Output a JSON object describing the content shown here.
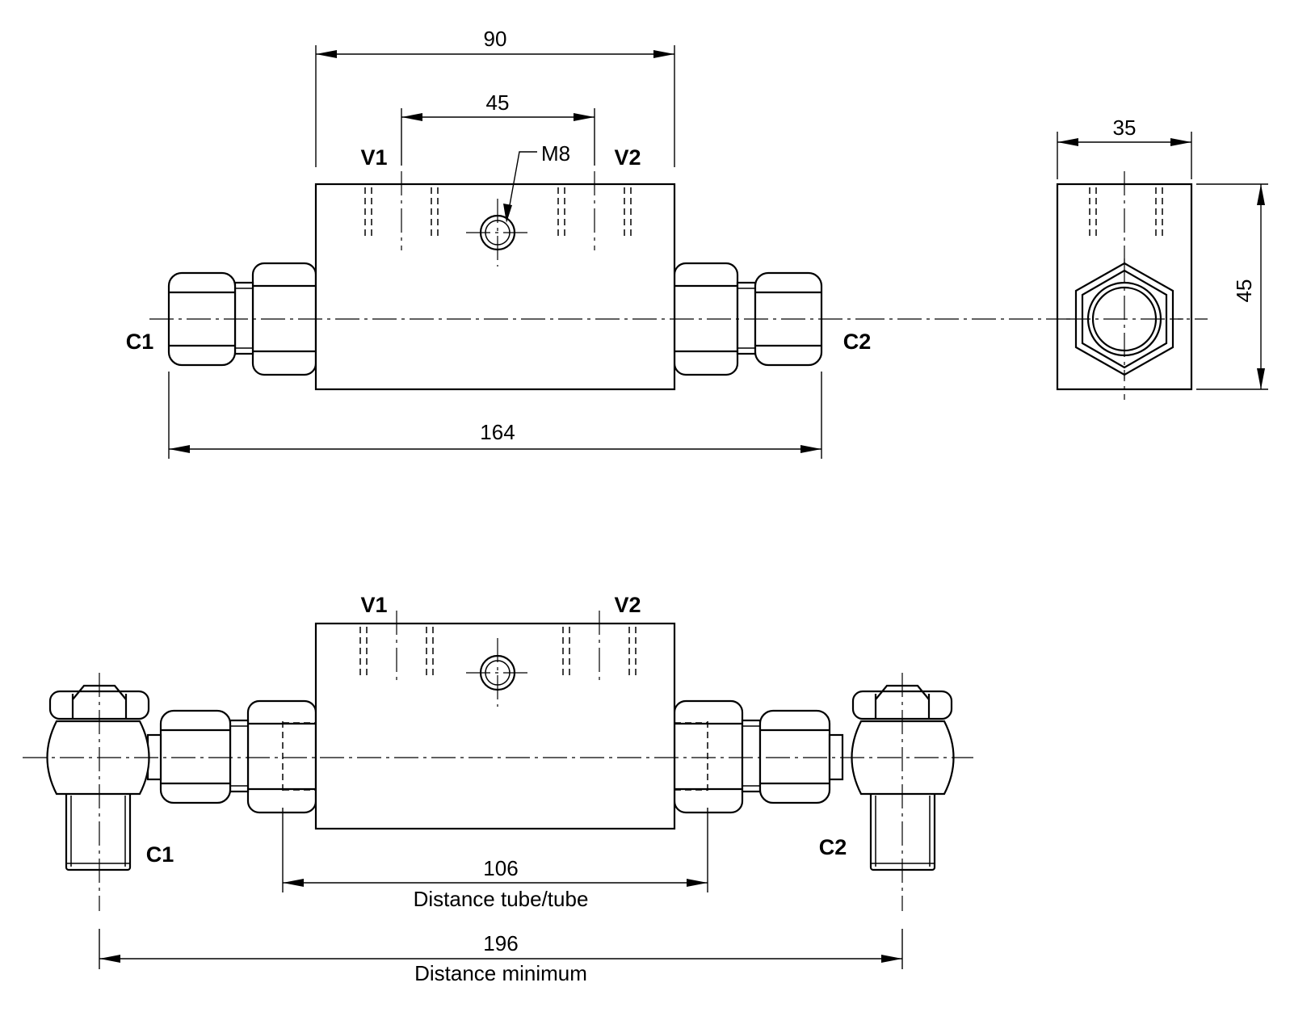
{
  "top_view": {
    "dim_90": "90",
    "dim_45": "45",
    "dim_164": "164",
    "label_m8": "M8",
    "label_v1": "V1",
    "label_v2": "V2",
    "label_c1": "C1",
    "label_c2": "C2"
  },
  "side_view": {
    "dim_35": "35",
    "dim_45": "45"
  },
  "bottom_view": {
    "label_v1": "V1",
    "label_v2": "V2",
    "label_c1": "C1",
    "label_c2": "C2",
    "dim_106": "106",
    "dim_106_caption": "Distance tube/tube",
    "dim_196": "196",
    "dim_196_caption": "Distance minimum"
  }
}
